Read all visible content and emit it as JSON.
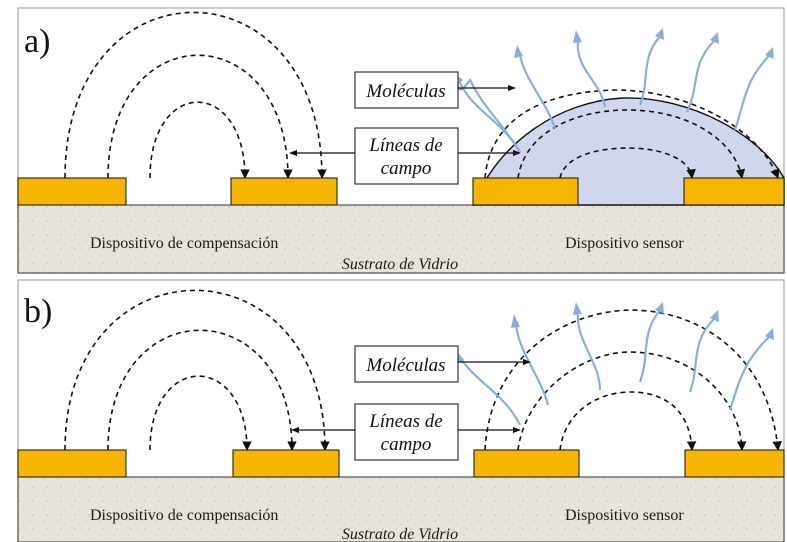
{
  "panels": [
    {
      "label": "a)",
      "molecules_label": "Moléculas",
      "field_lines_label_1": "Líneas de",
      "field_lines_label_2": "campo",
      "compensation_device": "Dispositivo de compensación",
      "sensor_device": "Dispositivo sensor",
      "substrate": "Sustrato de Vidrio",
      "has_droplet": true
    },
    {
      "label": "b)",
      "molecules_label": "Moléculas",
      "field_lines_label_1": "Líneas de",
      "field_lines_label_2": "campo",
      "compensation_device": "Dispositivo de compensación",
      "sensor_device": "Dispositivo sensor",
      "substrate": "Sustrato de Vidrio",
      "has_droplet": false
    }
  ],
  "colors": {
    "electrode": "#f6b500",
    "droplet": "#cfd6ee",
    "molecule_arrow": "#8aaedb",
    "substrate": "#e7e4db"
  }
}
